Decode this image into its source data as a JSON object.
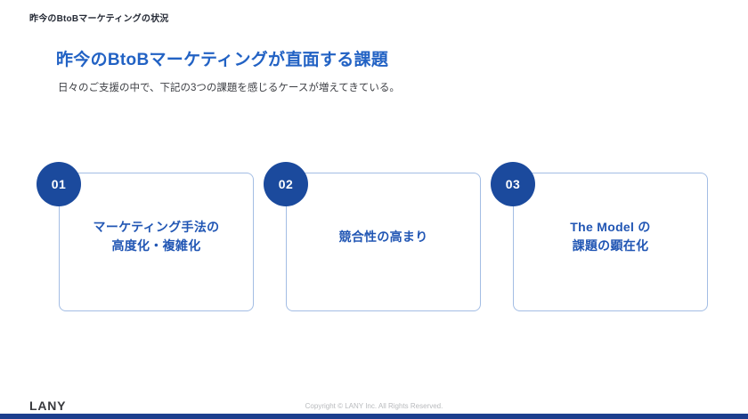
{
  "page": {
    "kicker": "昨今のBtoBマーケティングの状況",
    "title": "昨今のBtoBマーケティングが直面する課題",
    "subtitle": "日々のご支援の中で、下記の3つの課題を感じるケースが増えてきている。"
  },
  "cards": [
    {
      "number": "01",
      "line1": "マーケティング手法の",
      "line2": "高度化・複雑化"
    },
    {
      "number": "02",
      "line1": "競合性の高まり",
      "line2": ""
    },
    {
      "number": "03",
      "line1": "The Model の",
      "line2": "課題の顕在化"
    }
  ],
  "footer": {
    "logo": "LANY",
    "copyright": "Copyright © LANY Inc. All Rights Reserved."
  },
  "colors": {
    "title_blue": "#2262c4",
    "badge_blue": "#1b4a9d",
    "card_text_blue": "#2156b4",
    "card_border_blue": "#a3bde4",
    "footer_bar_navy": "#1c3e8d"
  }
}
